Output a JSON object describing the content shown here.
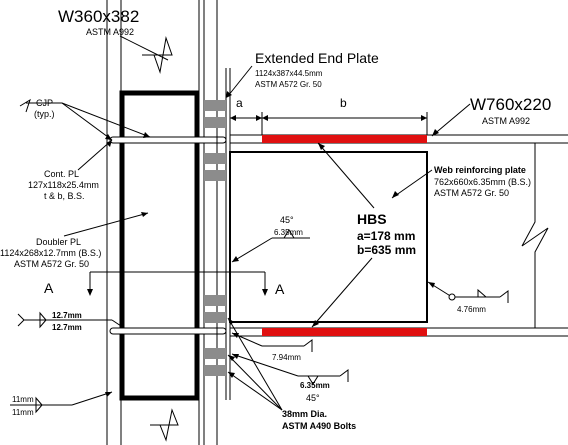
{
  "column": {
    "section": "W360x382",
    "grade": "ASTM A992"
  },
  "beam": {
    "section": "W760x220",
    "grade": "ASTM A992"
  },
  "end_plate": {
    "title": "Extended End Plate",
    "size": "1124x387x44.5mm",
    "grade": "ASTM A572 Gr. 50"
  },
  "cjp": {
    "line1": "CJP",
    "line2": "(typ.)"
  },
  "continuity_plate": {
    "line1": "Cont. PL",
    "line2": "127x118x25.4mm",
    "line3": "t & b, B.S."
  },
  "doubler_plate": {
    "line1": "Doubler PL",
    "line2": "1124x268x12.7mm (B.S.)",
    "line3": "ASTM A572 Gr. 50"
  },
  "web_plate": {
    "title": "Web reinforcing plate",
    "size": "762x660x6.35mm (B.S.)",
    "grade": "ASTM A572 Gr. 50"
  },
  "hbs": {
    "title": "HBS",
    "a": "a=178 mm",
    "b": "b=635 mm"
  },
  "dims": {
    "a": "a",
    "b": "b"
  },
  "section_cut": {
    "left": "A",
    "right": "A"
  },
  "welds": {
    "top_angle": "45°",
    "top_size": "6.35mm",
    "doubler_1": "12.7mm",
    "doubler_2": "12.7mm",
    "web_fillet": "4.76mm",
    "flange_fillet": "7.94mm",
    "bottom_size": "6.35mm",
    "bottom_angle": "45°",
    "col_1": "11mm",
    "col_2": "11mm"
  },
  "bolts": {
    "line1": "38mm Dia.",
    "line2": "ASTM A490 Bolts"
  },
  "colors": {
    "ink": "#000000",
    "bolt": "#8c8c8c",
    "reinforcement": "#e01010",
    "paper": "#ffffff"
  }
}
